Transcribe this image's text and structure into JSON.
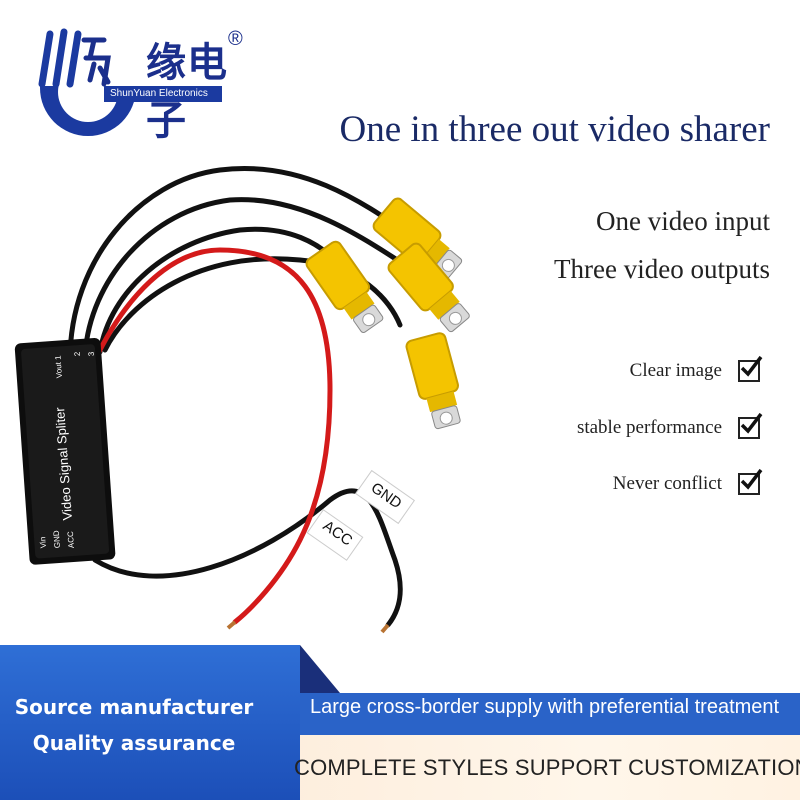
{
  "brand": {
    "name_cn": "缘电子",
    "registered_mark": "®",
    "name_en": "ShunYuan Electronics",
    "logo_icon": "hand-wave-logo-icon"
  },
  "headline": "One in three out video sharer",
  "features": [
    "One video input",
    "Three video outputs"
  ],
  "checklist": [
    {
      "label": "Clear image",
      "icon": "checkbox-checked-icon"
    },
    {
      "label": "stable performance",
      "icon": "checkbox-checked-icon"
    },
    {
      "label": "Never conflict",
      "icon": "checkbox-checked-icon"
    }
  ],
  "product": {
    "module_label": "Video Signal Spliter",
    "pins_left": [
      "Vin",
      "GND",
      "ACC"
    ],
    "pins_right_title": "Vout 1",
    "pins_right": [
      "2",
      "3"
    ],
    "tag_acc": "ACC",
    "tag_gnd": "GND",
    "colors": {
      "wire_black": "#111111",
      "wire_red": "#d41a1a",
      "rca_yellow": "#f4c400",
      "module_black": "#0d0d0d"
    }
  },
  "banner": {
    "line1": "Source manufacturer",
    "line2": "Quality assurance",
    "supply": "Large cross-border supply with preferential treatment",
    "custom": "COMPLETE STYLES SUPPORT CUSTOMIZATION",
    "colors": {
      "blue": "#2a63c8",
      "cream": "#fdeedd"
    }
  }
}
